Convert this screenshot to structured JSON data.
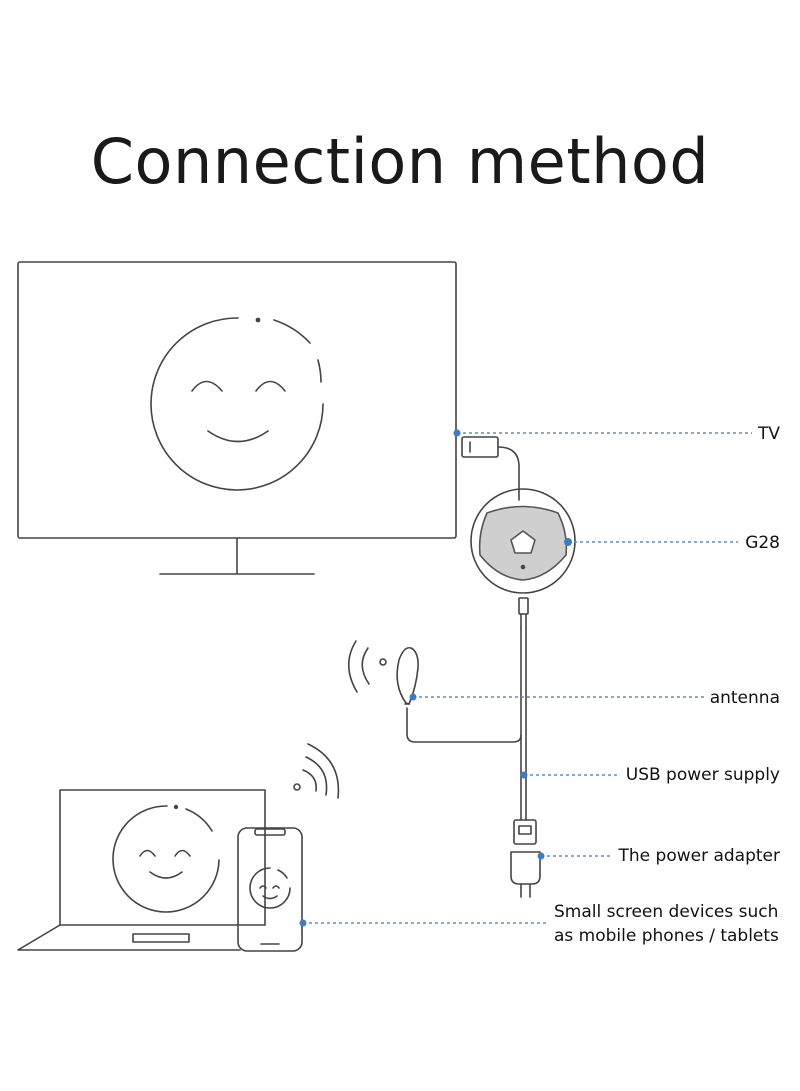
{
  "title": "Connection method",
  "labels": {
    "tv": "TV",
    "g28": "G28",
    "antenna": "antenna",
    "usb": "USB power supply",
    "adapter": "The power adapter",
    "small_line1": "Small screen devices such",
    "small_line2": "as mobile phones / tablets"
  },
  "colors": {
    "line": "#444444",
    "leader": "#5b8fc7",
    "dot": "#3d7cc0"
  }
}
